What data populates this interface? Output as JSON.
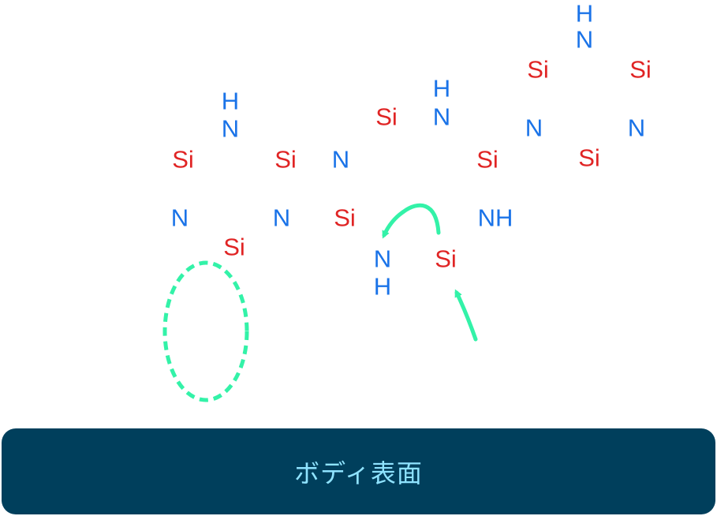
{
  "colors": {
    "silicon": "#e02424",
    "nitrogen": "#1a73e8",
    "hydrogen": "#1a73e8",
    "arrow": "#33f2a8",
    "surface_bg": "#003f5c",
    "surface_text": "#8fe3ff"
  },
  "surface": {
    "label": "ボディ表面"
  },
  "atoms": {
    "si": "Si",
    "n": "N",
    "h": "H",
    "nh": "NH"
  }
}
